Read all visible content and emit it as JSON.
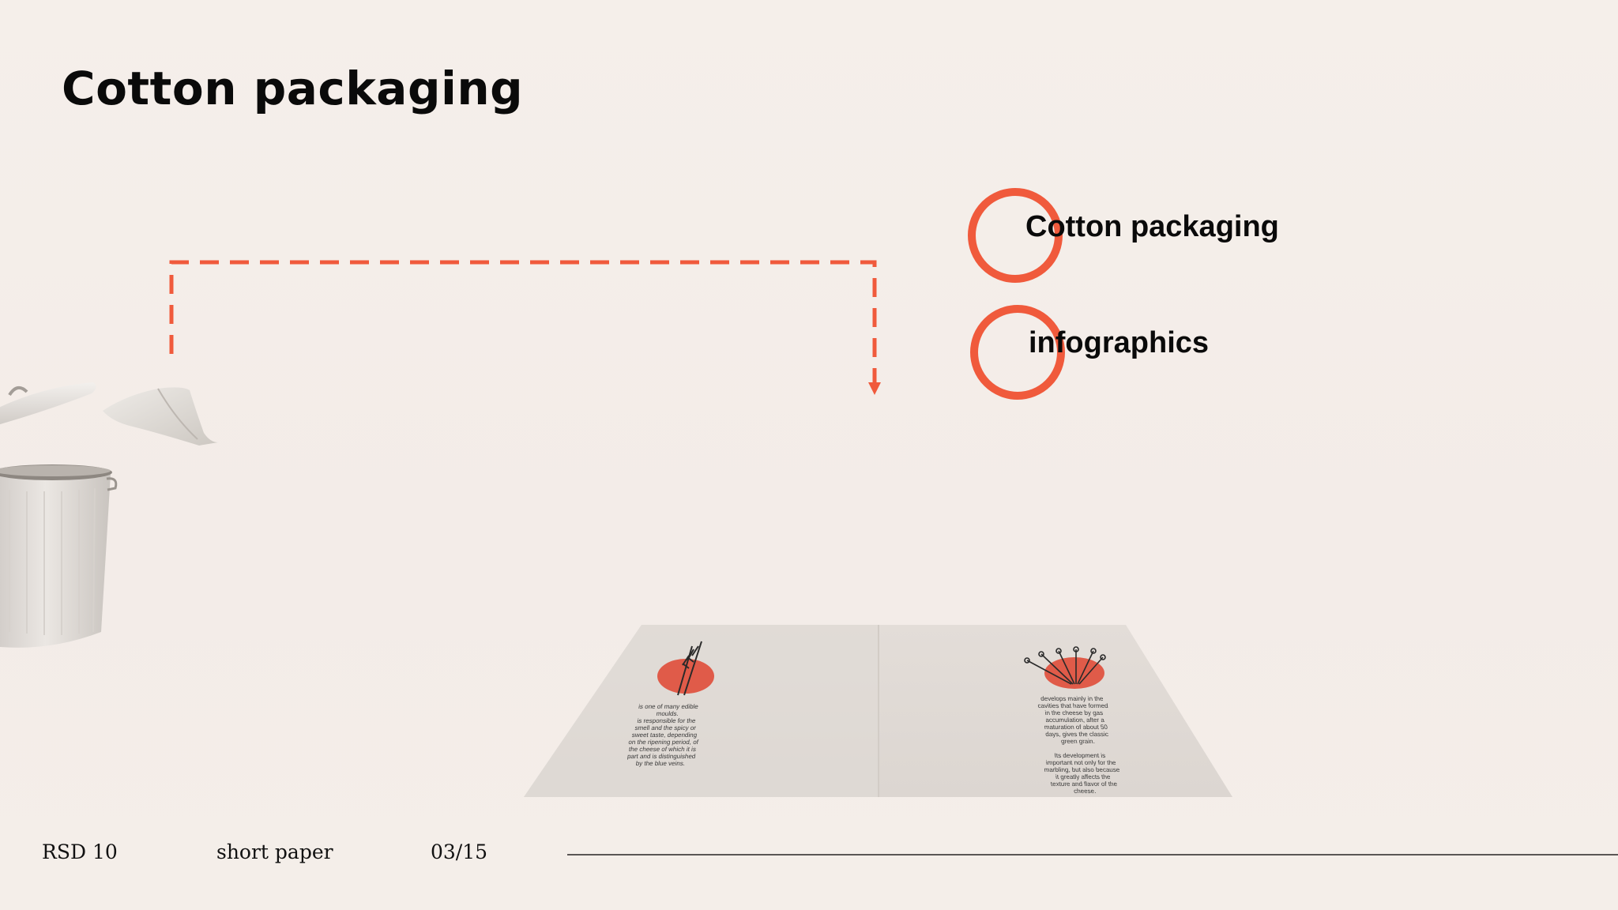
{
  "slide": {
    "title": "Cotton packaging",
    "accent_color": "#f05a3c",
    "legend": [
      {
        "label": "Cotton packaging",
        "icon": "orange-ring-icon"
      },
      {
        "label": "infographics",
        "icon": "orange-ring-icon"
      }
    ],
    "illustrations": {
      "trash_can": "trash-can-icon",
      "paper": "crumpled-paper-icon",
      "leaflet": "folded-leaflet-image",
      "arrow": "dashed-arrow-icon"
    },
    "leaflet": {
      "left_text": "is one of many edible\nmoulds.\nis responsible for the\nsmell and the spicy or\nsweet taste, depending\non the ripening period, of\nthe cheese of which it is\npart and is distinguished\nby the blue veins.",
      "right_text": "develops mainly in the\ncavities that have formed\nin the cheese by gas\naccumulation, after a\nmaturation of about 50\ndays, gives the classic\ngreen grain.\n\nIts development is\nimportant not only for the\nmarbling, but also because\nit greatly affects the\ntexture and flavor of the\ncheese."
    }
  },
  "footer": {
    "conference": "RSD 10",
    "type": "short paper",
    "page": "03/15"
  }
}
